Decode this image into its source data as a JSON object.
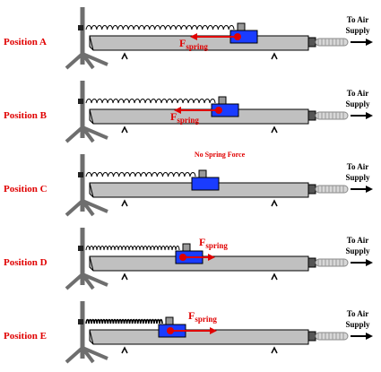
{
  "panels": [
    {
      "id": "A",
      "position_label": "Position A",
      "force_label": "F",
      "force_subscript": "spring",
      "force_direction": "left",
      "extra_note": ""
    },
    {
      "id": "B",
      "position_label": "Position B",
      "force_label": "F",
      "force_subscript": "spring",
      "force_direction": "left",
      "extra_note": ""
    },
    {
      "id": "C",
      "position_label": "Position C",
      "force_label": "",
      "force_subscript": "",
      "force_direction": "none",
      "extra_note": "No Spring Force"
    },
    {
      "id": "D",
      "position_label": "Position D",
      "force_label": "F",
      "force_subscript": "spring",
      "force_direction": "right",
      "extra_note": ""
    },
    {
      "id": "E",
      "position_label": "Position E",
      "force_label": "F",
      "force_subscript": "spring",
      "force_direction": "right",
      "extra_note": ""
    }
  ],
  "air_supply": {
    "line1": "To Air",
    "line2": "Supply"
  },
  "colors": {
    "label_red": "#e00000",
    "track_gray": "#c0c0c0",
    "glider_blue": "#1a3cff",
    "force_arrow": "#e00000",
    "stand_gray": "#6e6e6e"
  }
}
